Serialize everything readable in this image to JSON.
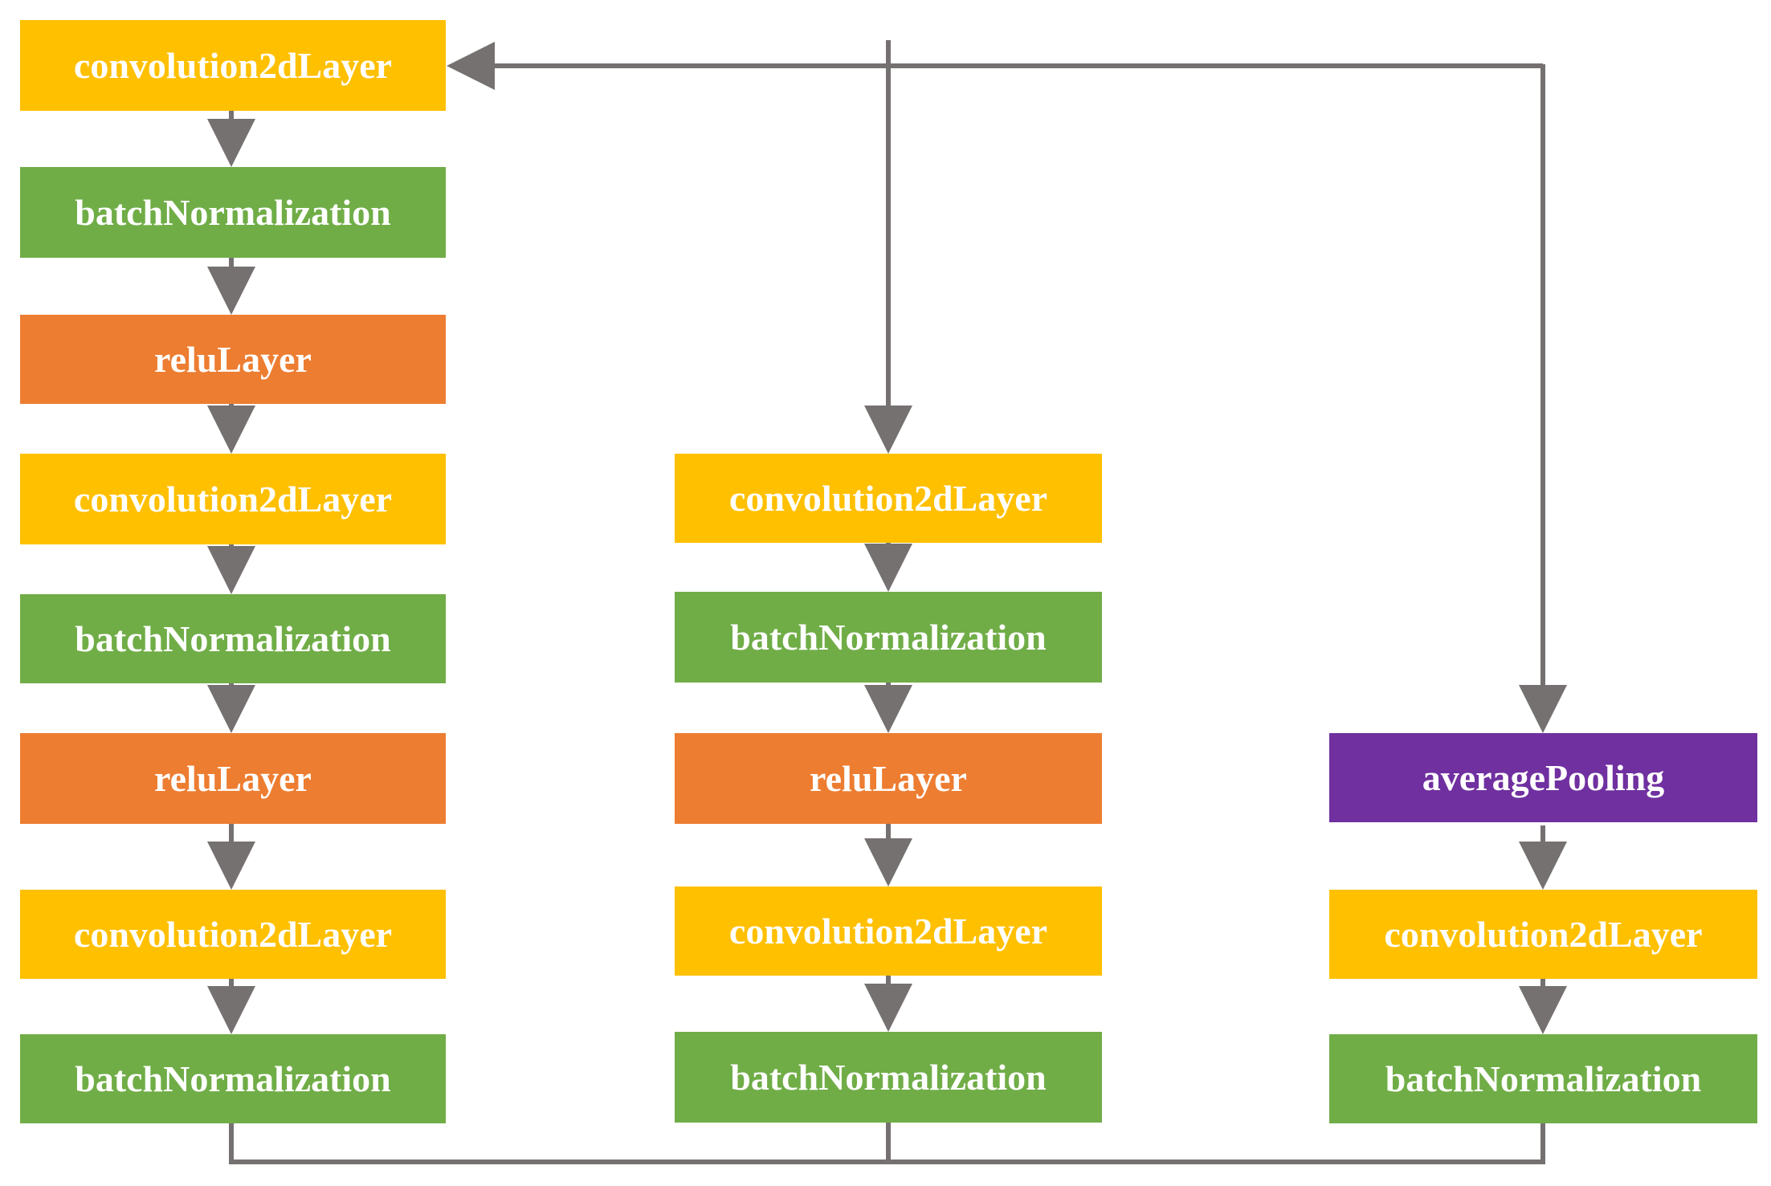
{
  "colors": {
    "convolution": "#FFC000",
    "batch_normalization": "#70AD47",
    "relu": "#ED7D31",
    "average_pooling": "#7030A0",
    "connector": "#767171",
    "label_text": "#FFFFFF"
  },
  "column_a": [
    {
      "label": "convolution2dLayer",
      "kind": "convolution"
    },
    {
      "label": "batchNormalization",
      "kind": "batch_normalization"
    },
    {
      "label": "reluLayer",
      "kind": "relu"
    },
    {
      "label": "convolution2dLayer",
      "kind": "convolution"
    },
    {
      "label": "batchNormalization",
      "kind": "batch_normalization"
    },
    {
      "label": "reluLayer",
      "kind": "relu"
    },
    {
      "label": "convolution2dLayer",
      "kind": "convolution"
    },
    {
      "label": "batchNormalization",
      "kind": "batch_normalization"
    }
  ],
  "column_b": [
    {
      "label": "convolution2dLayer",
      "kind": "convolution"
    },
    {
      "label": "batchNormalization",
      "kind": "batch_normalization"
    },
    {
      "label": "reluLayer",
      "kind": "relu"
    },
    {
      "label": "convolution2dLayer",
      "kind": "convolution"
    },
    {
      "label": "batchNormalization",
      "kind": "batch_normalization"
    }
  ],
  "column_c": [
    {
      "label": "averagePooling",
      "kind": "average_pooling"
    },
    {
      "label": "convolution2dLayer",
      "kind": "convolution"
    },
    {
      "label": "batchNormalization",
      "kind": "batch_normalization"
    }
  ]
}
